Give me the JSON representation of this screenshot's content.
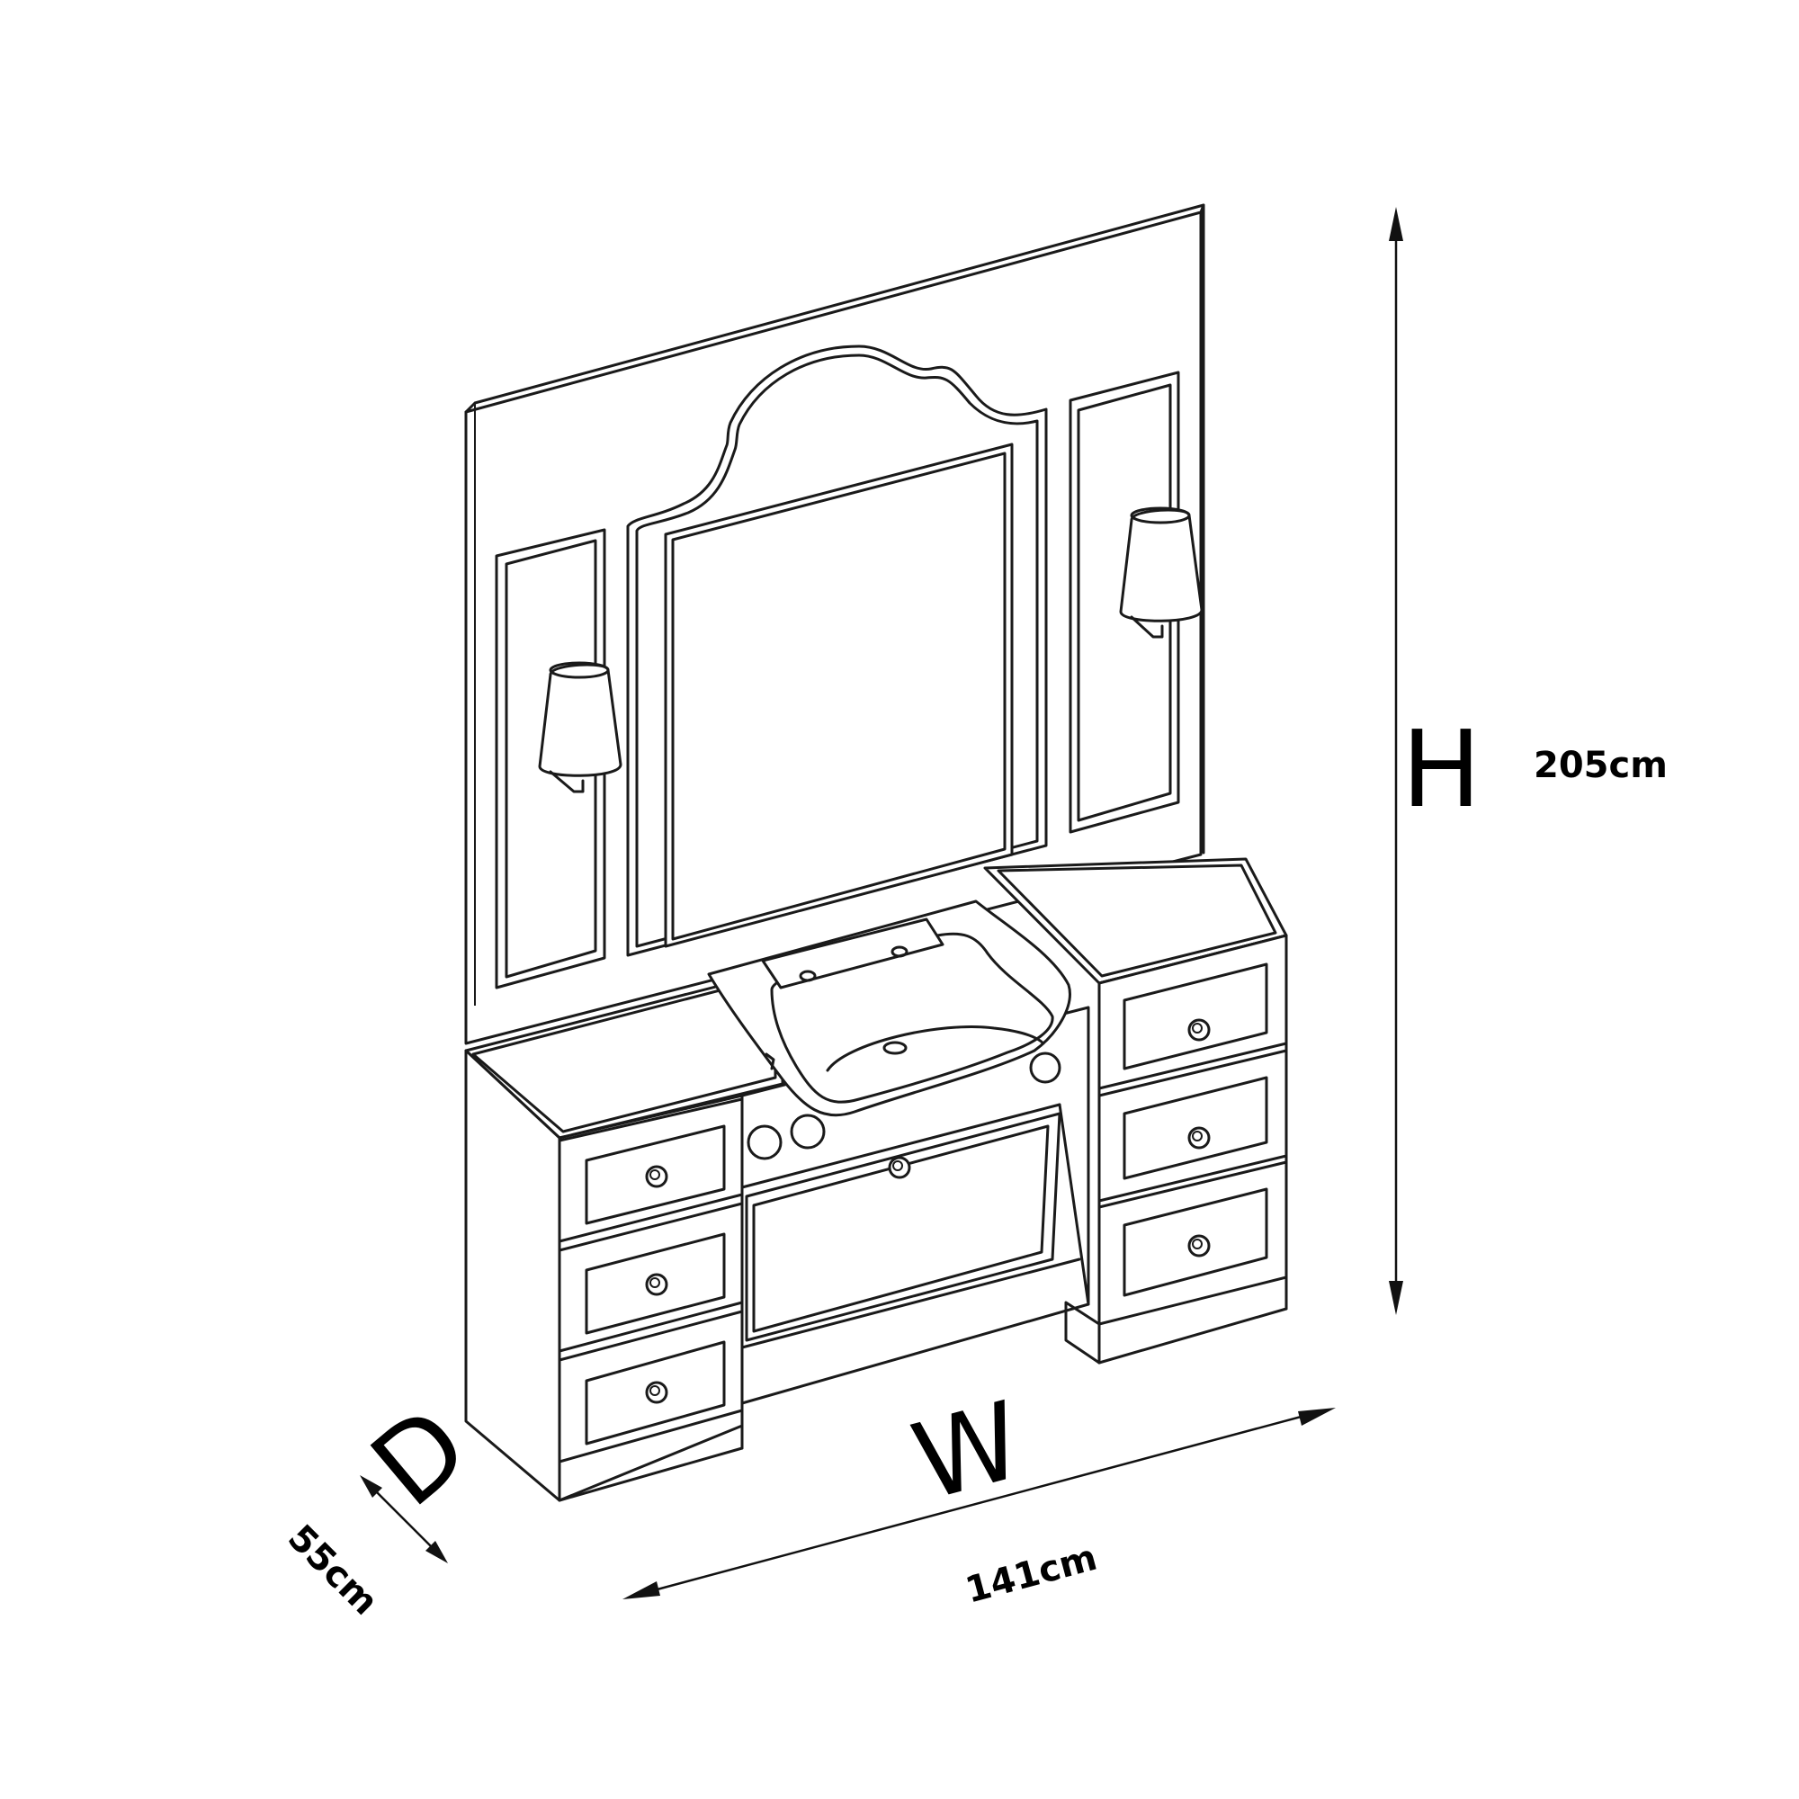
{
  "dimensions": {
    "height": {
      "letter": "H",
      "value": "205cm"
    },
    "width": {
      "letter": "W",
      "value": "141cm"
    },
    "depth": {
      "letter": "D",
      "value": "55cm"
    }
  }
}
